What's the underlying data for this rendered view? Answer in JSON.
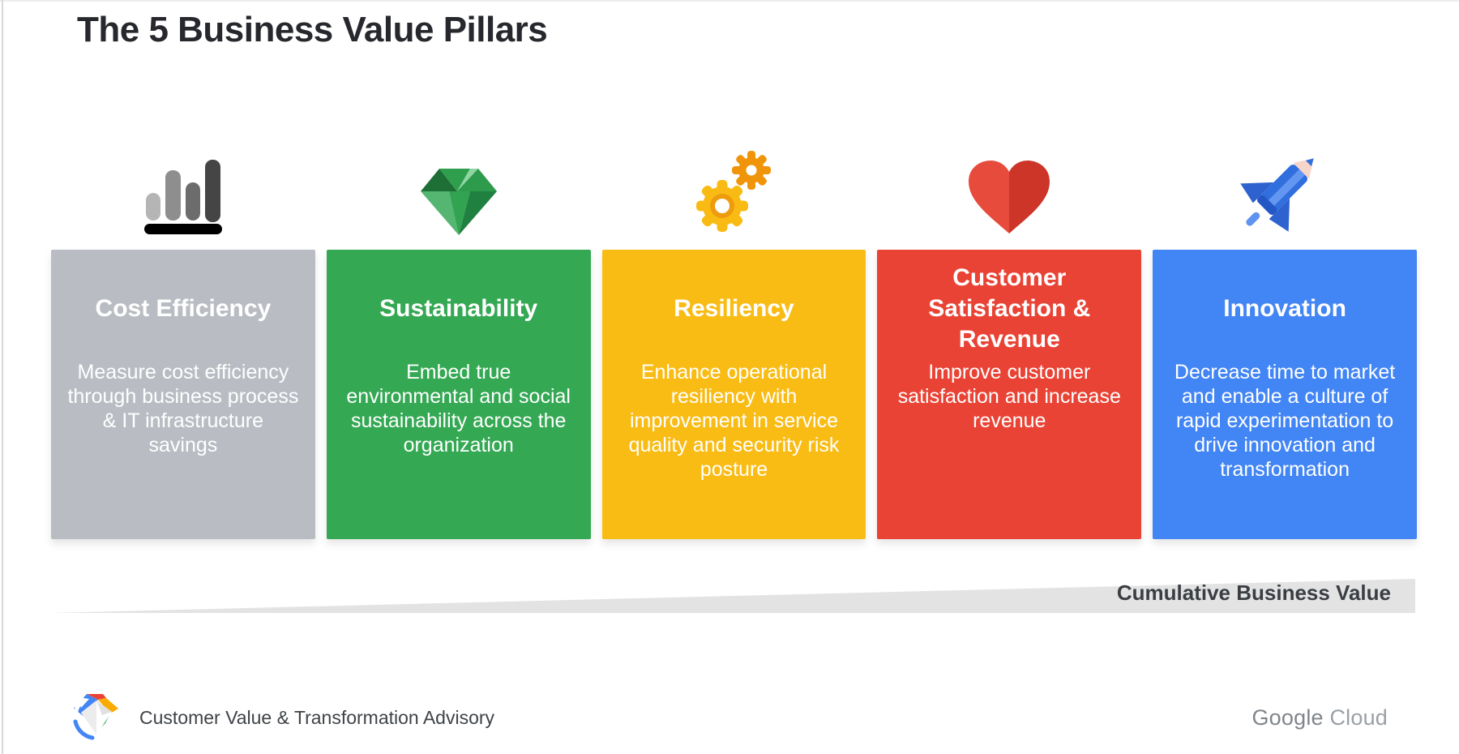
{
  "slide": {
    "title": "The 5 Business Value Pillars"
  },
  "pillars": [
    {
      "id": "cost-efficiency",
      "icon": "bar-chart-icon",
      "color": "#B9BDC3",
      "title": "Cost Efficiency",
      "body": "Measure cost efficiency\nthrough business process\n& IT infrastructure\nsavings"
    },
    {
      "id": "sustainability",
      "icon": "emerald-icon",
      "color": "#34A853",
      "title": "Sustainability",
      "body": "Embed true\nenvironmental and social\nsustainability across the\norganization"
    },
    {
      "id": "resiliency",
      "icon": "gears-icon",
      "color": "#F9BC15",
      "title": "Resiliency",
      "body": "Enhance operational\nresiliency with\nimprovement in service\nquality and security risk\nposture"
    },
    {
      "id": "customer-satisfaction-revenue",
      "icon": "heart-icon",
      "color": "#E94335",
      "title": "Customer\nSatisfaction &\nRevenue",
      "body": "Improve customer\nsatisfaction and increase\nrevenue"
    },
    {
      "id": "innovation",
      "icon": "rocket-pencil-icon",
      "color": "#4285F4",
      "title": "Innovation",
      "body": "Decrease time to market\nand enable a culture of\nrapid experimentation to\ndrive innovation and\ntransformation"
    }
  ],
  "wedge": {
    "label": "Cumulative Business Value",
    "color": "#E3E3E3"
  },
  "footer": {
    "brand": "Customer Value & Transformation Advisory",
    "google_word": "Google",
    "cloud_word": "Cloud"
  }
}
